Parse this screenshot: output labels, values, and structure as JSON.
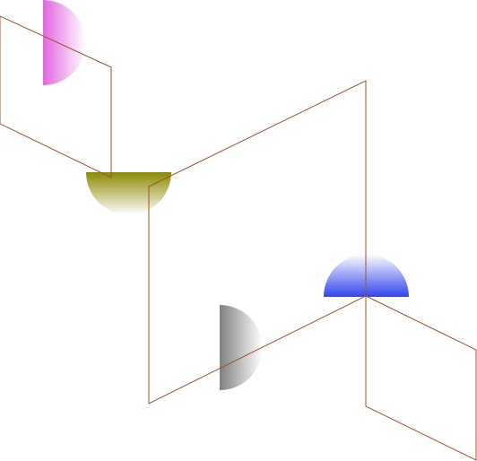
{
  "diagram": {
    "background": "#ffffff",
    "line_color": "#a0522d",
    "parallelogram_count": 3,
    "half_disc_count": 4,
    "half_discs": [
      {
        "name": "half-disc-magenta",
        "color": "#e066e0",
        "fade_to": "#ffffff",
        "orientation": "right"
      },
      {
        "name": "half-disc-olive",
        "color": "#8a8a00",
        "fade_to": "#ffffff",
        "orientation": "down"
      },
      {
        "name": "half-disc-blue",
        "color": "#3344ee",
        "fade_to": "#ffffff",
        "orientation": "up"
      },
      {
        "name": "half-disc-gray",
        "color": "#808080",
        "fade_to": "#ffffff",
        "orientation": "right"
      }
    ]
  }
}
